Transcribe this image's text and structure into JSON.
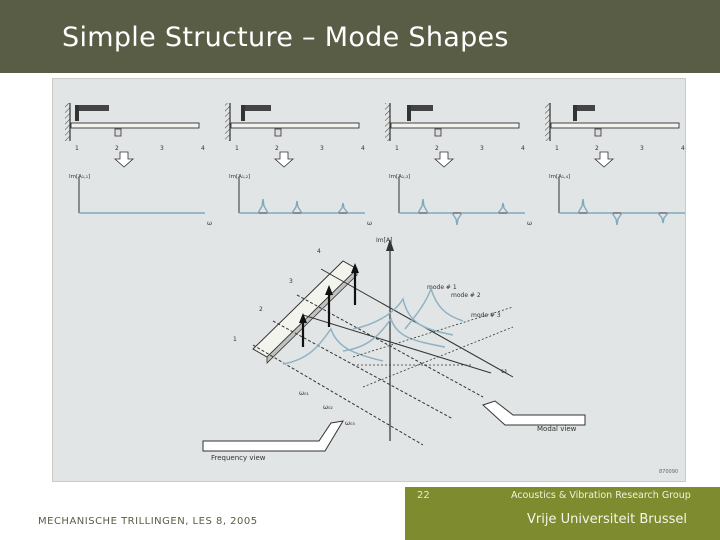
{
  "slide": {
    "title": "Simple Structure – Mode Shapes",
    "page_number": "22",
    "course": "MECHANISCHE TRILLINGEN, LES 8, 2005",
    "group": "Acoustics & Vibration Research Group",
    "university": "Vrije Universiteit Brussel"
  },
  "figure": {
    "panels": [
      {
        "ylabel": "Im[A₁,₁]",
        "points": [
          "1",
          "2",
          "3",
          "4"
        ]
      },
      {
        "ylabel": "Im[A₁,₂]",
        "points": [
          "1",
          "2",
          "3",
          "4"
        ]
      },
      {
        "ylabel": "Im[A₁,₃]",
        "points": [
          "1",
          "2",
          "3",
          "4"
        ]
      },
      {
        "ylabel": "Im[A₁,₄]",
        "points": [
          "1",
          "2",
          "3",
          "4"
        ]
      }
    ],
    "omega": "ω",
    "main": {
      "ylabel": "Im[A]",
      "mode1": "mode # 1",
      "mode2": "mode # 2",
      "mode3": "mode # 3",
      "w01": "ω₀₁",
      "w02": "ω₀₂",
      "w03": "ω₀₃",
      "frequency_view": "Frequency view",
      "modal_view": "Modal view",
      "beam_points": [
        "1",
        "2",
        "3",
        "4"
      ],
      "code": "870090"
    }
  }
}
